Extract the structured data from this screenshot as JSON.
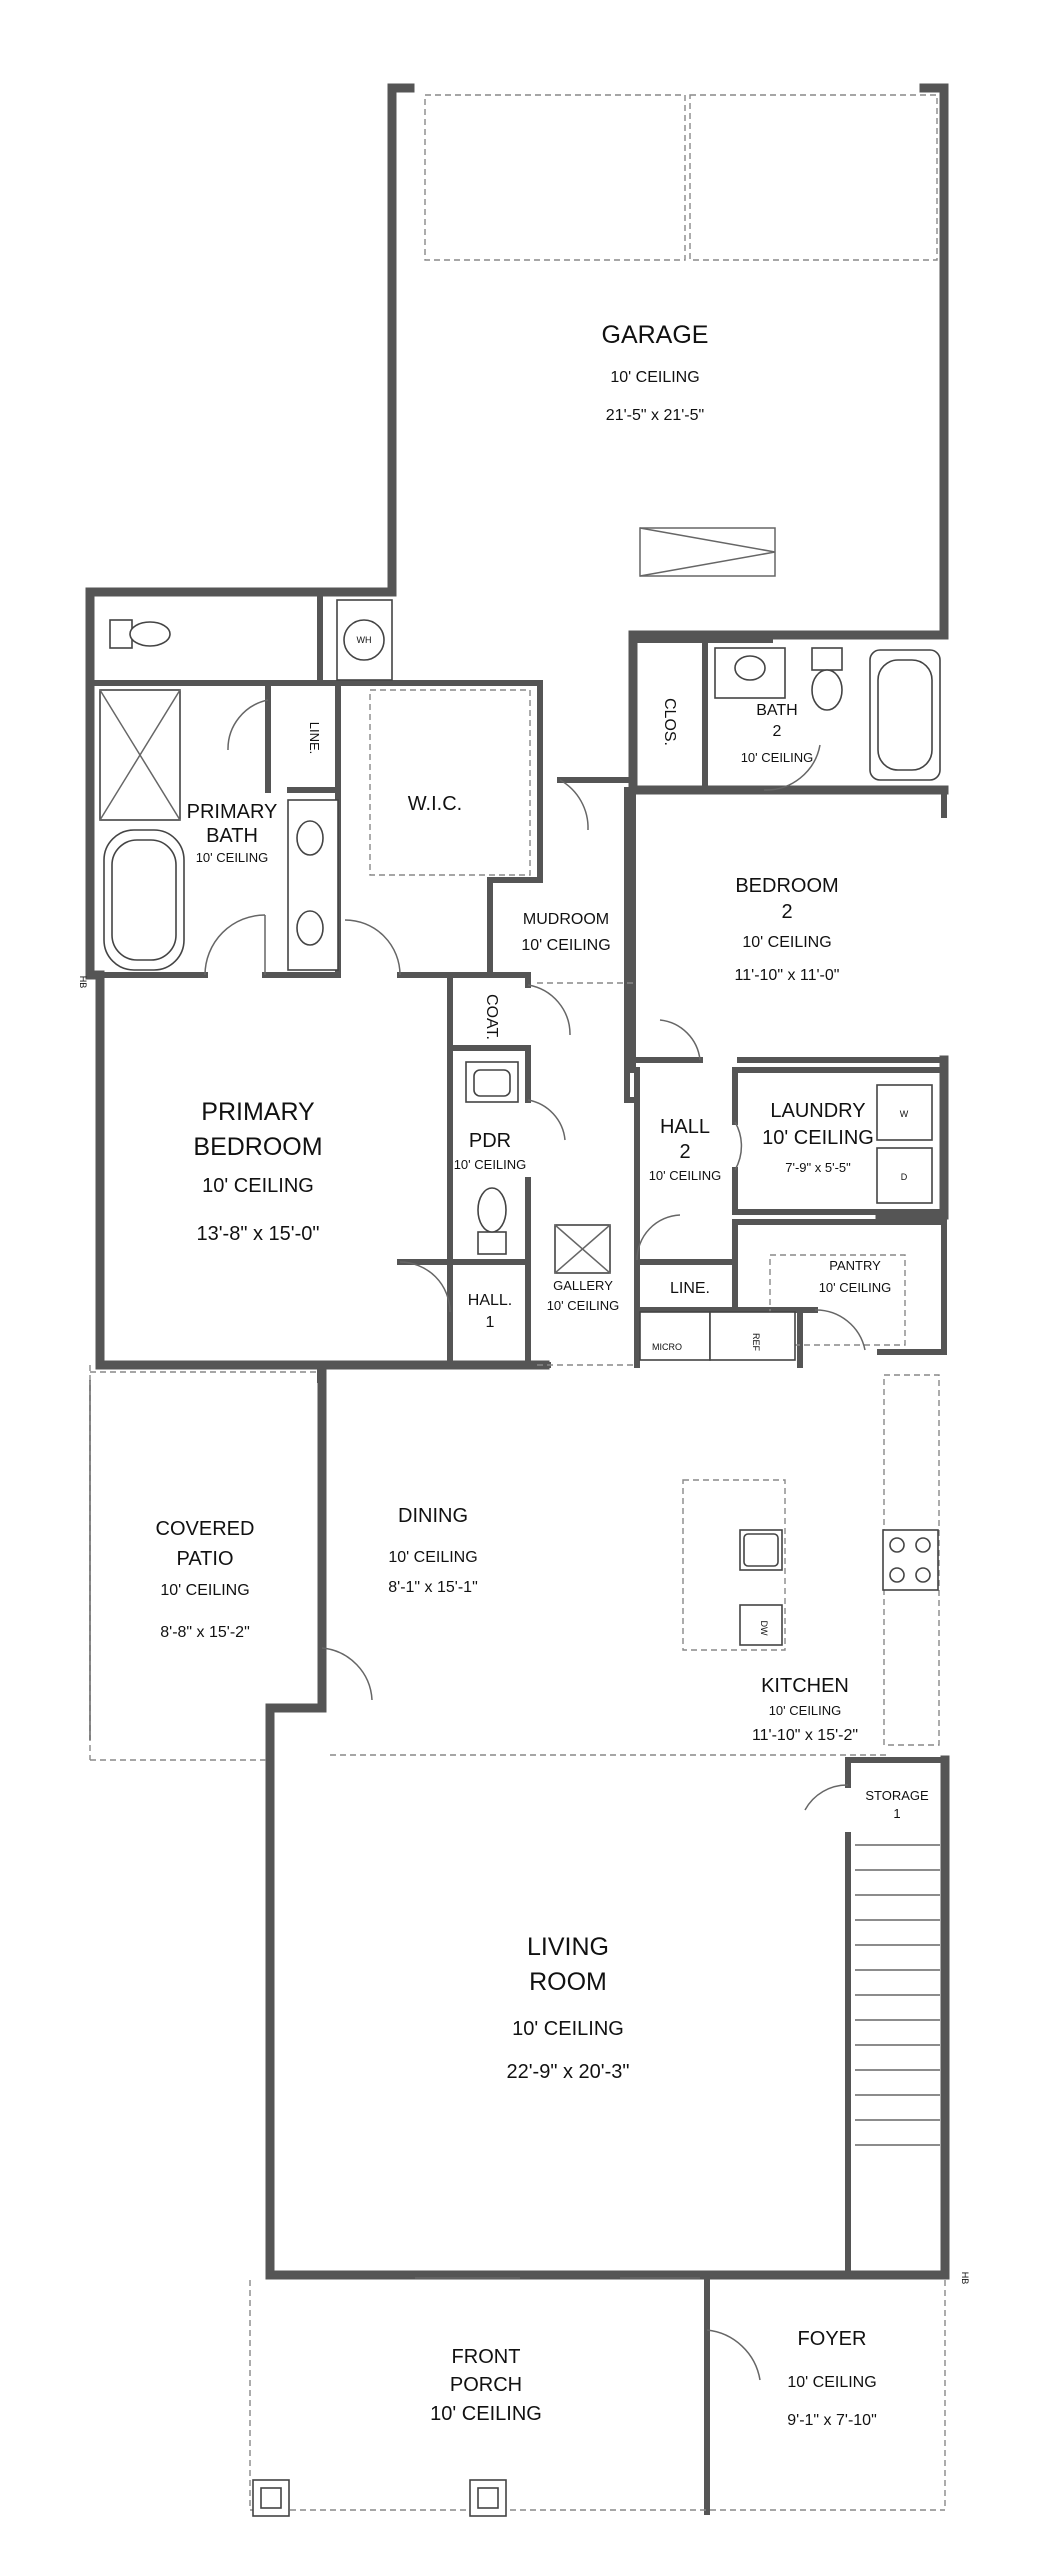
{
  "rooms": {
    "garage": {
      "name": "GARAGE",
      "ceiling": "10' CEILING",
      "size": "21'-5\" x 21'-5\""
    },
    "primary_bath": {
      "name1": "PRIMARY",
      "name2": "BATH",
      "ceiling": "10' CEILING"
    },
    "line_top": {
      "name": "LINE."
    },
    "wic": {
      "name": "W.I.C."
    },
    "clos": {
      "name": "CLOS."
    },
    "bath2": {
      "name1": "BATH",
      "name2": "2",
      "ceiling": "10' CEILING"
    },
    "bedroom2": {
      "name1": "BEDROOM",
      "name2": "2",
      "ceiling": "10' CEILING",
      "size": "11'-10\" x 11'-0\""
    },
    "mudroom": {
      "name": "MUDROOM",
      "ceiling": "10' CEILING"
    },
    "coat": {
      "name": "COAT."
    },
    "primary_bedroom": {
      "name1": "PRIMARY",
      "name2": "BEDROOM",
      "ceiling": "10' CEILING",
      "size": "13'-8\" x 15'-0\""
    },
    "pdr": {
      "name": "PDR",
      "ceiling": "10' CEILING"
    },
    "hall2": {
      "name1": "HALL",
      "name2": "2",
      "ceiling": "10' CEILING"
    },
    "laundry": {
      "name": "LAUNDRY",
      "ceiling": "10' CEILING",
      "size": "7'-9\" x 5'-5\""
    },
    "hall1": {
      "name1": "HALL.",
      "name2": "1"
    },
    "gallery": {
      "name": "GALLERY",
      "ceiling": "10' CEILING"
    },
    "line_hall": {
      "name": "LINE."
    },
    "pantry": {
      "name": "PANTRY",
      "ceiling": "10' CEILING"
    },
    "covered_patio": {
      "name1": "COVERED",
      "name2": "PATIO",
      "ceiling": "10' CEILING",
      "size": "8'-8\" x 15'-2\""
    },
    "dining": {
      "name": "DINING",
      "ceiling": "10' CEILING",
      "size": "8'-1\" x 15'-1\""
    },
    "kitchen": {
      "name": "KITCHEN",
      "ceiling": "10' CEILING",
      "size": "11'-10\" x 15'-2\""
    },
    "storage1": {
      "name1": "STORAGE",
      "name2": "1"
    },
    "living_room": {
      "name1": "LIVING",
      "name2": "ROOM",
      "ceiling": "10' CEILING",
      "size": "22'-9\" x 20'-3\""
    },
    "front_porch": {
      "name1": "FRONT",
      "name2": "PORCH",
      "ceiling": "10' CEILING"
    },
    "foyer": {
      "name": "FOYER",
      "ceiling": "10' CEILING",
      "size": "9'-1\" x 7'-10\""
    }
  },
  "fixtures": {
    "water_heater": "WH",
    "micro": "MICRO",
    "ref": "REF",
    "dishwasher": "DW",
    "washer": "W",
    "dryer": "D",
    "hose_bib_left": "HB",
    "hose_bib_right": "HB"
  }
}
